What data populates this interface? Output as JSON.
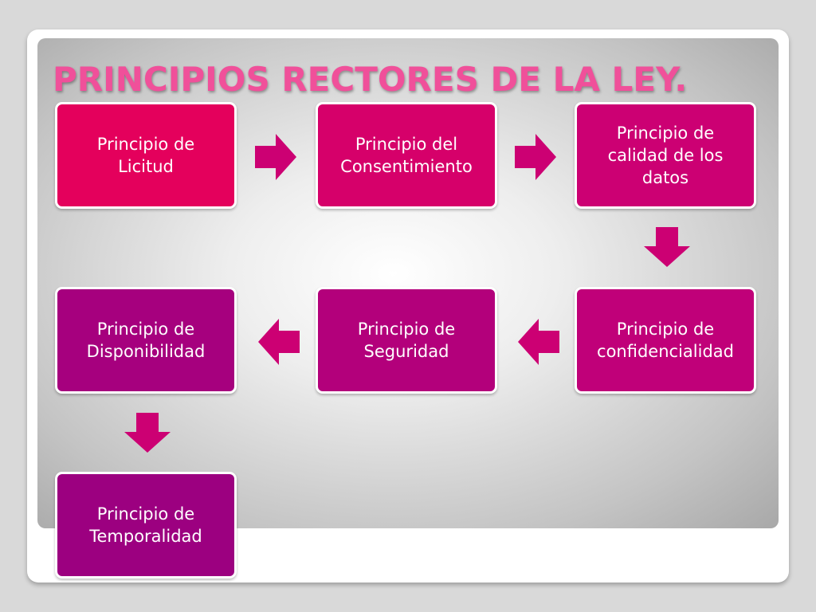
{
  "title": "PRINCIPIOS RECTORES DE LA LEY.",
  "colors": {
    "title": "#f0509a",
    "box_1": "#e4005c",
    "box_2": "#d6006a",
    "box_3": "#cc0073",
    "box_4": "#c00079",
    "box_5": "#b3007b",
    "box_6": "#a6007e",
    "box_7": "#9c0080",
    "arrow": "#cc0073"
  },
  "steps": [
    {
      "label": "Principio de\nLicitud"
    },
    {
      "label": "Principio del\nConsentimiento"
    },
    {
      "label": "Principio de\ncalidad de los\ndatos"
    },
    {
      "label": "Principio de\nconfidencialidad"
    },
    {
      "label": "Principio de\nSeguridad"
    },
    {
      "label": "Principio de\nDisponibilidad"
    },
    {
      "label": "Principio de\nTemporalidad"
    }
  ],
  "arrows": [
    {
      "direction": "right"
    },
    {
      "direction": "right"
    },
    {
      "direction": "down"
    },
    {
      "direction": "left"
    },
    {
      "direction": "left"
    },
    {
      "direction": "down"
    }
  ]
}
